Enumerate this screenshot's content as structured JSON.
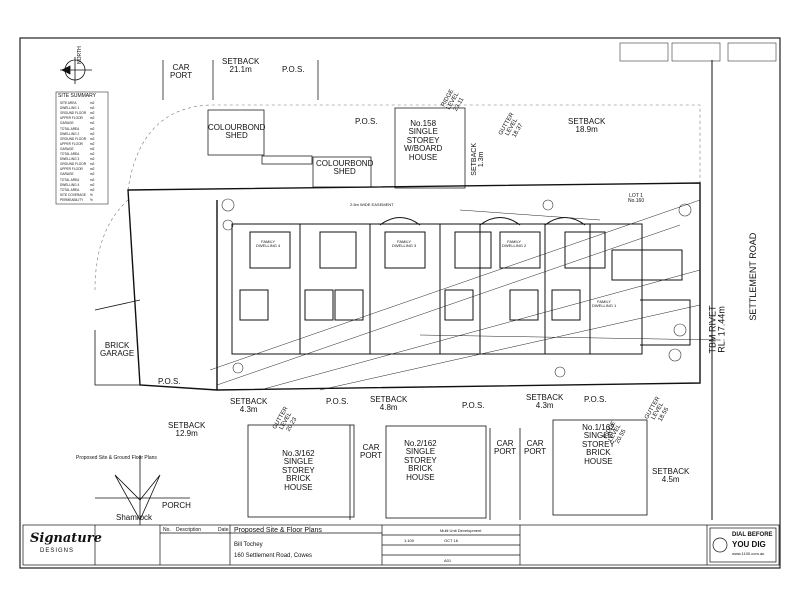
{
  "north": {
    "label": "NORTH"
  },
  "site_summary": {
    "title": "SITE SUMMARY",
    "rows": [
      {
        "label": "SITE AREA",
        "value": "m2"
      },
      {
        "label": "DWELLING 1",
        "value": "m2"
      },
      {
        "label": "GROUND FLOOR",
        "value": "m2"
      },
      {
        "label": "UPPER FLOOR",
        "value": "m2"
      },
      {
        "label": "GARAGE",
        "value": "m2"
      },
      {
        "label": "TOTAL AREA",
        "value": "m2"
      },
      {
        "label": "DWELLING 2",
        "value": "m2"
      },
      {
        "label": "GROUND FLOOR",
        "value": "m2"
      },
      {
        "label": "UPPER FLOOR",
        "value": "m2"
      },
      {
        "label": "GARAGE",
        "value": "m2"
      },
      {
        "label": "TOTAL AREA",
        "value": "m2"
      },
      {
        "label": "DWELLING 3",
        "value": "m2"
      },
      {
        "label": "GROUND FLOOR",
        "value": "m2"
      },
      {
        "label": "UPPER FLOOR",
        "value": "m2"
      },
      {
        "label": "GARAGE",
        "value": "m2"
      },
      {
        "label": "TOTAL AREA",
        "value": "m2"
      },
      {
        "label": "DWELLING 4",
        "value": "m2"
      },
      {
        "label": "TOTAL AREA",
        "value": "m2"
      },
      {
        "label": "SITE COVERAGE",
        "value": "%"
      },
      {
        "label": "PERMEABILITY",
        "value": "%"
      }
    ]
  },
  "labels": {
    "car_port_top": "CAR\nPORT",
    "setback_top": "SETBACK\n21.1m",
    "pos_top": "P.O.S.",
    "colourbond_shed_1": "COLOURBOND\nSHED",
    "colourbond_shed_2": "COLOURBOND\nSHED",
    "pos_mid": "P.O.S.",
    "no158_house": "No.158\nSINGLE\nSTOREY\nW/BOARD\nHOUSE",
    "ridge_level": "RIDGE\nLEVEL\n23.11",
    "gutter_level_top": "GUTTER\nLEVEL\n18.37",
    "setback_1_3": "SETBACK\n1.3m",
    "setback_18_9": "SETBACK\n18.9m",
    "brick_garage": "BRICK\nGARAGE",
    "pos_left": "P.O.S.",
    "setback_12_9": "SETBACK\n12.9m",
    "setback_4_3_left": "SETBACK\n4.3m",
    "gutter_level_left": "GUTTER\nLEVEL\n20.23",
    "pos_b1": "P.O.S.",
    "setback_4_8": "SETBACK\n4.8m",
    "pos_b2": "P.O.S.",
    "setback_4_3_right": "SETBACK\n4.3m",
    "pos_b3": "P.O.S.",
    "gutter_level_right": "GUTTER\nLEVEL\n18.55",
    "ridge_level_right": "RIDGE\nLEVEL\n20.55",
    "no3_house": "No.3/162\nSINGLE\nSTOREY\nBRICK\nHOUSE",
    "car_port_b1": "CAR\nPORT",
    "no2_house": "No.2/162\nSINGLE\nSTOREY\nBRICK\nHOUSE",
    "car_port_b2": "CAR\nPORT",
    "car_port_b3": "CAR\nPORT",
    "no1_house": "No.1/162\nSINGLE\nSTOREY\nBRICK\nHOUSE",
    "setback_4_5": "SETBACK\n4.5m",
    "porch": "PORCH",
    "shamrock": "Shamrock",
    "settlement_road": "SETTLEMENT ROAD",
    "tbm_rivet": "TBM RIVET\nRL: 17.44m",
    "site_plan_caption": "Proposed Site & Ground Floor Plans",
    "easement": "2.5m WIDE EASEMENT",
    "lot": "LOT 1\nNo.160",
    "dwelling_4": "FAMILY\nDWELLING 4",
    "dwelling_3": "FAMILY\nDWELLING 3",
    "dwelling_2": "FAMILY\nDWELLING 2",
    "dwelling_1": "FAMILY\nDWELLING 1"
  },
  "title_block": {
    "logo_main": "Signature",
    "logo_sub": "DESIGNS",
    "col_no": "No.",
    "col_description": "Description",
    "col_date": "Date",
    "drawing_title": "Proposed Site & Floor Plans",
    "client": "Bill Tochey",
    "address": "160 Settlement Road, Cowes",
    "project": "Multi Unit Development",
    "scale": "1:100",
    "date": "OCT 16",
    "sheet": "A01",
    "dial_line1": "DIAL BEFORE",
    "dial_line2": "YOU DIG",
    "dial_line3": "www.1100.com.au"
  }
}
